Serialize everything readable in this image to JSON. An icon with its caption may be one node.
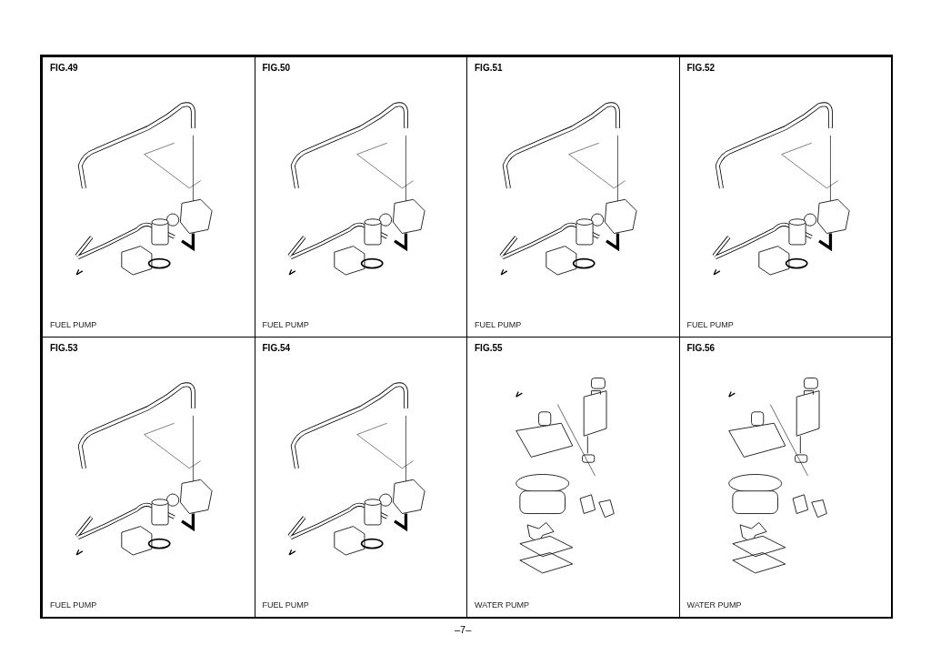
{
  "diagram": {
    "nodes": [
      {
        "text": [
          "FIG.49",
          "FUEL PUMP"
        ]
      },
      {
        "text": [
          "FIG.50",
          "FUEL PUMP"
        ]
      },
      {
        "text": [
          "FIG.51",
          "FUEL PUMP"
        ]
      },
      {
        "text": [
          "FIG.52",
          "FUEL PUMP"
        ]
      },
      {
        "text": [
          "FIG.53",
          "FUEL PUMP"
        ]
      },
      {
        "text": [
          "FIG.54",
          "FUEL PUMP"
        ]
      },
      {
        "text": [
          "FIG.55",
          "WATER PUMP"
        ]
      },
      {
        "text": [
          "FIG.56",
          "WATER PUMP"
        ]
      }
    ],
    "edges": [],
    "labels": [
      "–7–"
    ]
  }
}
